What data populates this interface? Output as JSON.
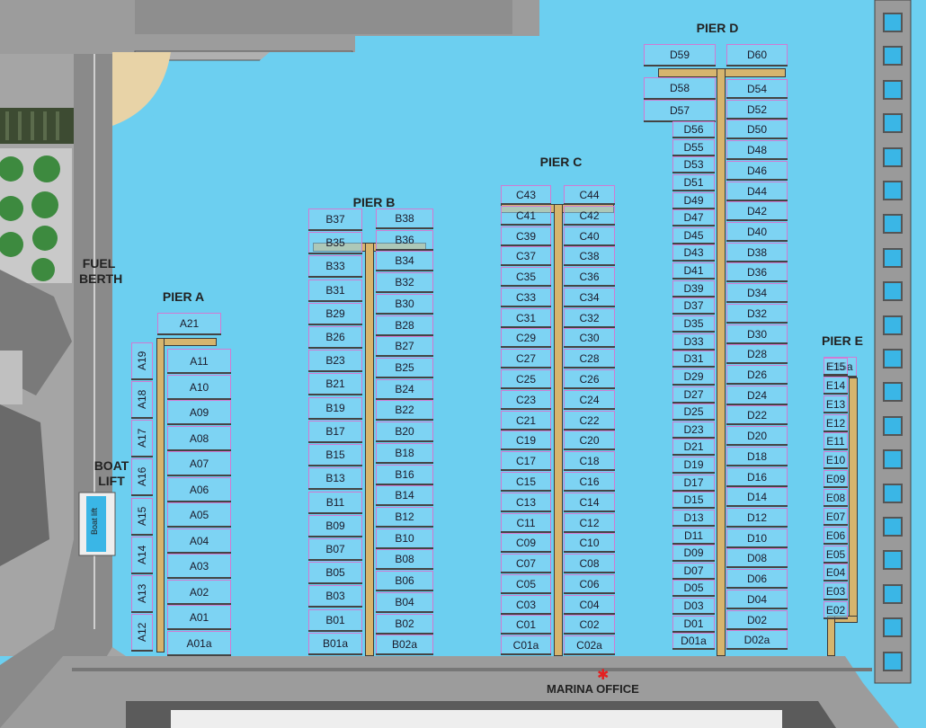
{
  "piers": [
    {
      "id": "A",
      "title": "PIER A"
    },
    {
      "id": "B",
      "title": "PIER B"
    },
    {
      "id": "C",
      "title": "PIER C"
    },
    {
      "id": "D",
      "title": "PIER D"
    },
    {
      "id": "E",
      "title": "PIER E"
    }
  ],
  "labels": {
    "fuel_berth_1": "FUEL",
    "fuel_berth_2": "BERTH",
    "boat_lift_1": "BOAT",
    "boat_lift_2": "LIFT",
    "boat_lift_tag": "Boat lift",
    "marina_office": "MARINA OFFICE"
  },
  "colors": {
    "water": "#6ccff0",
    "land": "#9c9c9c",
    "dock": "#d6b56e",
    "slip_border": "#d17ad3",
    "office_marker": "#e32020"
  },
  "slips": {
    "A_left": [
      "A19",
      "A18",
      "A17",
      "A16",
      "A15",
      "A14",
      "A13",
      "A12"
    ],
    "A_right": [
      "A21",
      "A11",
      "A10",
      "A09",
      "A08",
      "A07",
      "A06",
      "A05",
      "A04",
      "A03",
      "A02",
      "A01",
      "A01a"
    ],
    "B_left": [
      "B37",
      "B35",
      "B33",
      "B31",
      "B29",
      "B26",
      "B23",
      "B21",
      "B19",
      "B17",
      "B15",
      "B13",
      "B11",
      "B09",
      "B07",
      "B05",
      "B03",
      "B01",
      "B01a"
    ],
    "B_right": [
      "B38",
      "B36",
      "B34",
      "B32",
      "B30",
      "B28",
      "B27",
      "B25",
      "B24",
      "B22",
      "B20",
      "B18",
      "B16",
      "B14",
      "B12",
      "B10",
      "B08",
      "B06",
      "B04",
      "B02",
      "B02a"
    ],
    "C_left": [
      "C43",
      "C41",
      "C39",
      "C37",
      "C35",
      "C33",
      "C31",
      "C29",
      "C27",
      "C25",
      "C23",
      "C21",
      "C19",
      "C17",
      "C15",
      "C13",
      "C11",
      "C09",
      "C07",
      "C05",
      "C03",
      "C01",
      "C01a"
    ],
    "C_right": [
      "C44",
      "C42",
      "C40",
      "C38",
      "C36",
      "C34",
      "C32",
      "C30",
      "C28",
      "C26",
      "C24",
      "C22",
      "C20",
      "C18",
      "C16",
      "C14",
      "C12",
      "C10",
      "C08",
      "C06",
      "C04",
      "C02",
      "C02a"
    ],
    "D_left": [
      "D59",
      "D58",
      "D57",
      "D56",
      "D55",
      "D53",
      "D51",
      "D49",
      "D47",
      "D45",
      "D43",
      "D41",
      "D39",
      "D37",
      "D35",
      "D33",
      "D31",
      "D29",
      "D27",
      "D25",
      "D23",
      "D21",
      "D19",
      "D17",
      "D15",
      "D13",
      "D11",
      "D09",
      "D07",
      "D05",
      "D03",
      "D01",
      "D01a"
    ],
    "D_right": [
      "D60",
      "D54",
      "D52",
      "D50",
      "D48",
      "D46",
      "D44",
      "D42",
      "D40",
      "D38",
      "D36",
      "D34",
      "D32",
      "D30",
      "D28",
      "D26",
      "D24",
      "D22",
      "D20",
      "D18",
      "D16",
      "D14",
      "D12",
      "D10",
      "D08",
      "D06",
      "D04",
      "D02",
      "D02a"
    ],
    "E": [
      "E15a",
      "E15",
      "E14",
      "E13",
      "E12",
      "E11",
      "E10",
      "E09",
      "E08",
      "E07",
      "E06",
      "E05",
      "E04",
      "E03",
      "E02"
    ]
  }
}
